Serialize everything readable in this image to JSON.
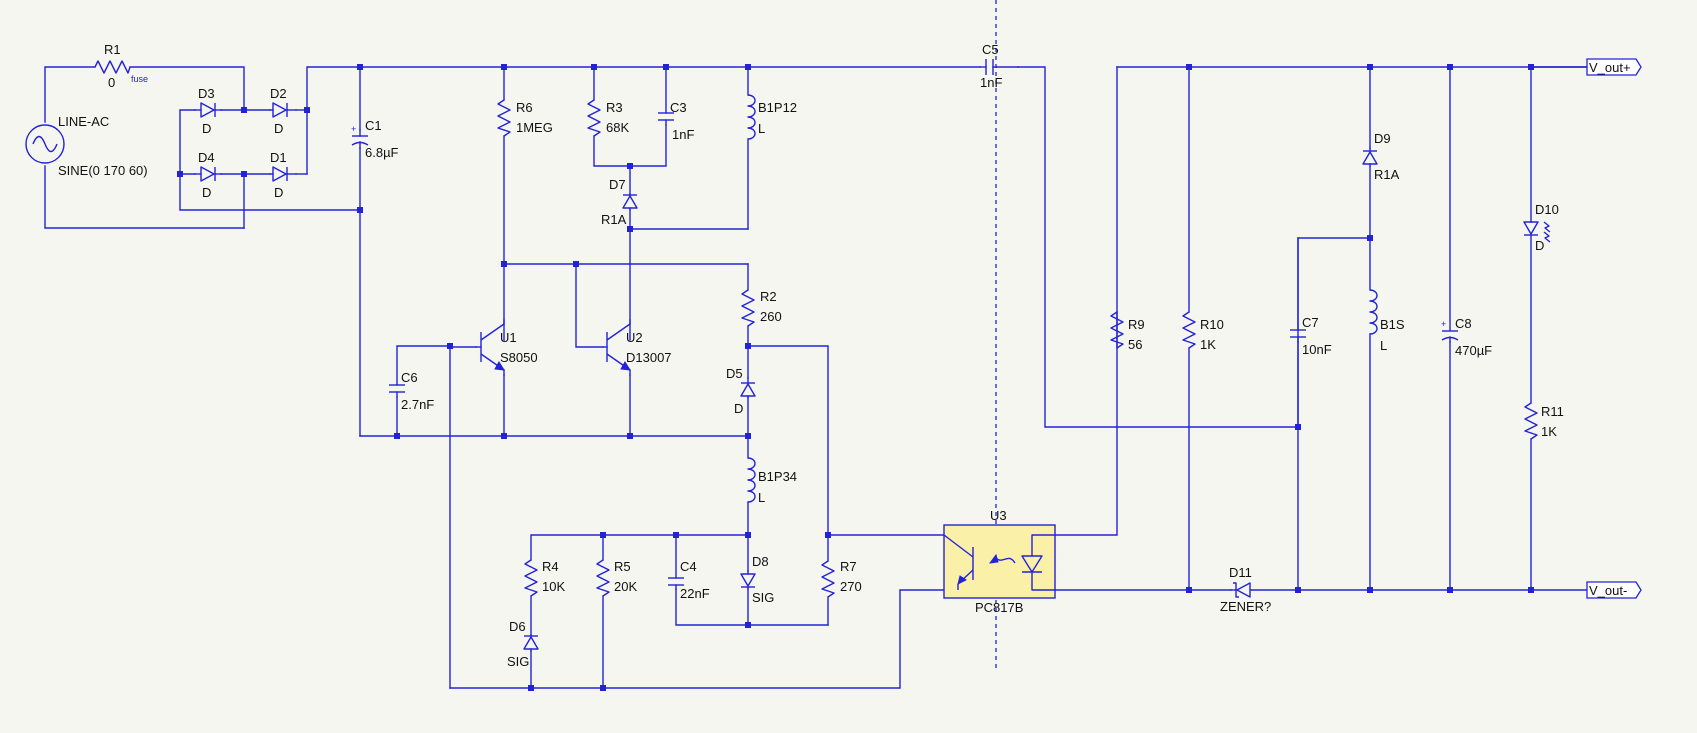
{
  "colors": {
    "wire": "#2323d6",
    "background": "#f6f6f1",
    "optocoupler_fill": "#fbf0a8",
    "text": "#111111"
  },
  "source": {
    "name": "LINE-AC",
    "value": "SINE(0 170 60)"
  },
  "components": {
    "R1": {
      "ref": "R1",
      "value": "0",
      "note": "fuse"
    },
    "D1": {
      "ref": "D1",
      "value": "D"
    },
    "D2": {
      "ref": "D2",
      "value": "D"
    },
    "D3": {
      "ref": "D3",
      "value": "D"
    },
    "D4": {
      "ref": "D4",
      "value": "D"
    },
    "C1": {
      "ref": "C1",
      "value": "6.8µF"
    },
    "R6": {
      "ref": "R6",
      "value": "1MEG"
    },
    "R3": {
      "ref": "R3",
      "value": "68K"
    },
    "C3": {
      "ref": "C3",
      "value": "1nF"
    },
    "B1P12": {
      "ref": "B1P12",
      "value": "L"
    },
    "C5": {
      "ref": "C5",
      "value": "1nF"
    },
    "D7": {
      "ref": "D7",
      "value": "R1A"
    },
    "R2": {
      "ref": "R2",
      "value": "260"
    },
    "U1": {
      "ref": "U1",
      "value": "S8050"
    },
    "U2": {
      "ref": "U2",
      "value": "D13007"
    },
    "C6": {
      "ref": "C6",
      "value": "2.7nF"
    },
    "D5": {
      "ref": "D5",
      "value": "D"
    },
    "B1P34": {
      "ref": "B1P34",
      "value": "L"
    },
    "R4": {
      "ref": "R4",
      "value": "10K"
    },
    "R5": {
      "ref": "R5",
      "value": "20K"
    },
    "C4": {
      "ref": "C4",
      "value": "22nF"
    },
    "D8": {
      "ref": "D8",
      "value": "SIG"
    },
    "R7": {
      "ref": "R7",
      "value": "270"
    },
    "D6": {
      "ref": "D6",
      "value": "SIG"
    },
    "U3": {
      "ref": "U3",
      "value": "PC817B"
    },
    "R9": {
      "ref": "R9",
      "value": "56"
    },
    "R10": {
      "ref": "R10",
      "value": "1K"
    },
    "C7": {
      "ref": "C7",
      "value": "10nF"
    },
    "D9": {
      "ref": "D9",
      "value": "R1A"
    },
    "B1S": {
      "ref": "B1S",
      "value": "L"
    },
    "C8": {
      "ref": "C8",
      "value": "470µF"
    },
    "D10": {
      "ref": "D10",
      "value": "D"
    },
    "R11": {
      "ref": "R11",
      "value": "1K"
    },
    "D11": {
      "ref": "D11",
      "value": "ZENER?"
    }
  },
  "ports": {
    "vout_plus": "V_out+",
    "vout_minus": "V_out-"
  }
}
